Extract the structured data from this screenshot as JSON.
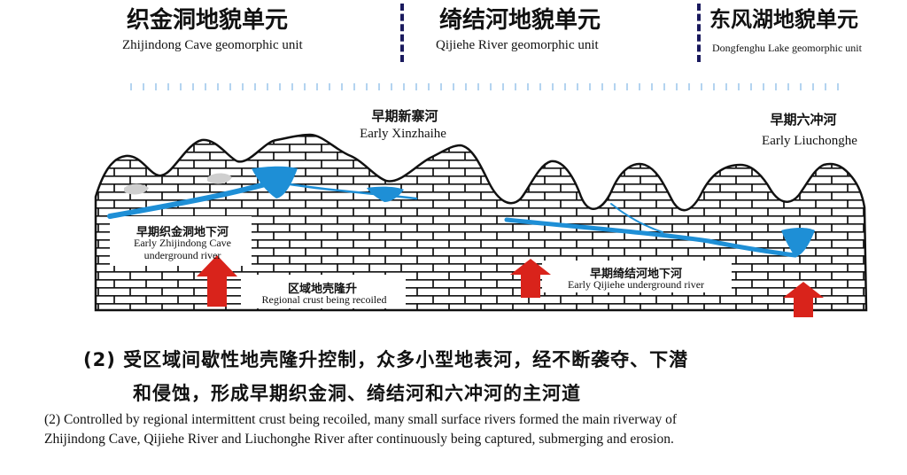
{
  "header": {
    "units": [
      {
        "zh": "织金洞地貌单元",
        "en": "Zhijindong Cave geomorphic unit"
      },
      {
        "zh": "绮结河地貌单元",
        "en": "Qijiehe River geomorphic unit"
      },
      {
        "zh": "东风湖地貌单元",
        "en": "Dongfenghu Lake geomorphic unit"
      }
    ]
  },
  "labels": {
    "xinzhaihe": {
      "zh": "早期新寨河",
      "en": "Early Xinzhaihe"
    },
    "liuchonghe": {
      "zh": "早期六冲河",
      "en": "Early Liuchonghe"
    },
    "zhijindong_river": {
      "zh": "早期织金洞地下河",
      "en1": "Early Zhijindong Cave",
      "en2": "underground river"
    },
    "uplift": {
      "zh": "区域地壳隆升",
      "en": "Regional crust being recoiled"
    },
    "qijiehe_river": {
      "zh": "早期绮结河地下河",
      "en": "Early Qijiehe underground river"
    }
  },
  "caption": {
    "zh_line1": "(2) 受区域间歇性地壳隆升控制，众多小型地表河，经不断袭夺、下潜",
    "zh_line2": "和侵蚀，形成早期织金洞、绮结河和六冲河的主河道",
    "en_line1": "(2) Controlled by regional intermittent crust being recoiled, many small surface rivers formed the main riverway of",
    "en_line2": "Zhijindong Cave, Qijiehe River and Liuchonghe River after continuously being captured, submerging and erosion."
  },
  "colors": {
    "river": "#1e8fd6",
    "arrow": "#d9231b",
    "rain": "#6aa9e0",
    "divider": "#1a1a5e"
  }
}
